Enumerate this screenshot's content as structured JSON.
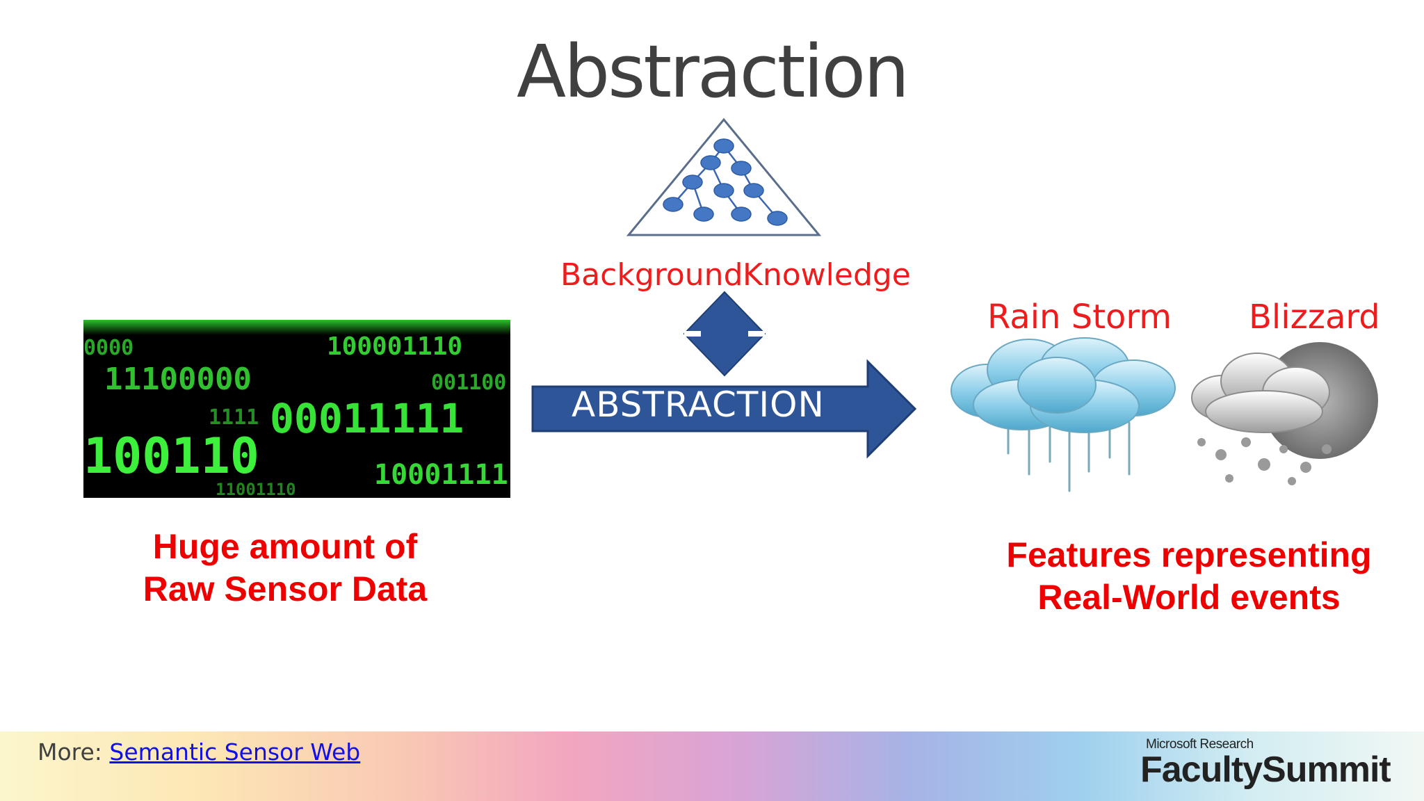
{
  "slide": {
    "title": "Abstraction"
  },
  "background_knowledge": {
    "left_word": "Background",
    "right_word": "Knowledge"
  },
  "raw_data": {
    "caption_line1": "Huge amount of",
    "caption_line2": "Raw Sensor Data",
    "digits": [
      "0000",
      "100001110",
      "11100000",
      "001100",
      "1111",
      "00011111",
      "100110",
      "10001111",
      "11001110"
    ]
  },
  "arrow": {
    "label": "ABSTRACTION"
  },
  "events": {
    "rain_label": "Rain Storm",
    "blizzard_label": "Blizzard",
    "caption_line1": "Features representing",
    "caption_line2": "Real-World events"
  },
  "footer": {
    "more_prefix": "More: ",
    "link_text": "Semantic Sensor Web",
    "brand_top": "Microsoft Research",
    "brand_main": "FacultySummit"
  },
  "colors": {
    "title_gray": "#404040",
    "accent_red": "#ee0000",
    "arrow_blue": "#2e5597",
    "node_blue": "#4477c4",
    "matrix_green": "#3cf03c"
  }
}
